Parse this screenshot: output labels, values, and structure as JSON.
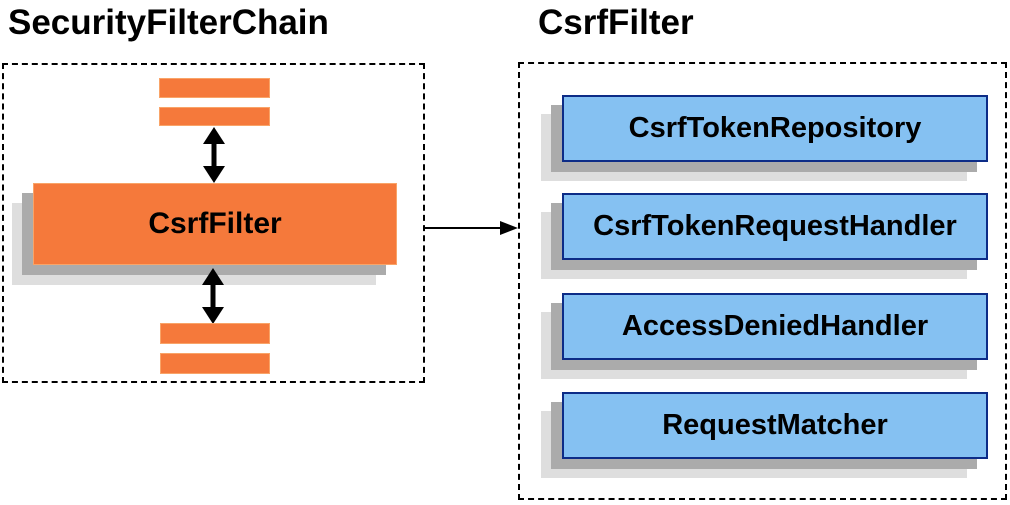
{
  "diagram": {
    "left_panel": {
      "title": "SecurityFilterChain",
      "main_filter_label": "CsrfFilter"
    },
    "right_panel": {
      "title": "CsrfFilter",
      "components": [
        "CsrfTokenRepository",
        "CsrfTokenRequestHandler",
        "AccessDeniedHandler",
        "RequestMatcher"
      ]
    },
    "colors": {
      "orange_fill": "#f5793b",
      "orange_border": "#f9a468",
      "blue_fill": "#85c1f2",
      "blue_border": "#0d2c87",
      "shadow_dark": "#ababab",
      "shadow_light": "#dedede",
      "line_color": "#000000"
    }
  }
}
